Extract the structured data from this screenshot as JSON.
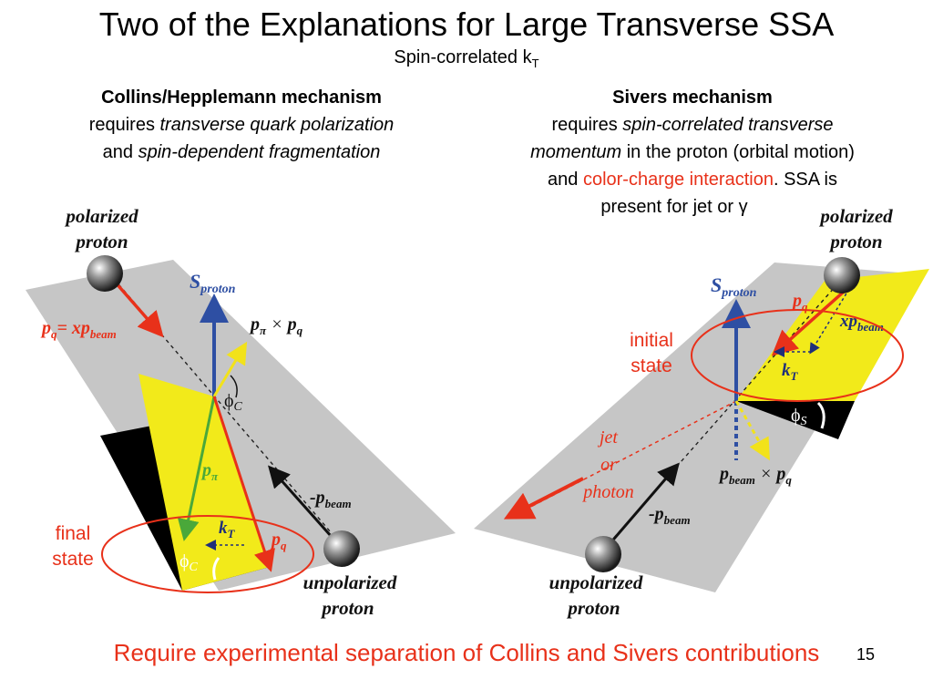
{
  "title": "Two of the Explanations for Large Transverse SSA",
  "subtitle": {
    "text": "Spin-correlated k",
    "sub": "T"
  },
  "collins": {
    "heading": "Collins/Hepplemann mechanism",
    "line1_prefix": "requires ",
    "line1_italic": "transverse quark polarization",
    "line2_prefix": "and ",
    "line2_italic": "spin-dependent fragmentation"
  },
  "sivers": {
    "heading": "Sivers mechanism",
    "line1_prefix": "requires ",
    "line1_italic": "spin-correlated transverse",
    "line2_italic": "momentum",
    "line2_suffix": " in the proton (orbital motion)",
    "line3_prefix": "and ",
    "line3_red": "color-charge interaction",
    "line3_suffix": ".  SSA is",
    "line4": "present for jet or γ"
  },
  "left_diagram": {
    "polarized": "polarized",
    "proton": "proton",
    "pq_label": "p",
    "pq_sub": "q",
    "pq_eq": "= x",
    "pbeam": "p",
    "beam_sub": "beam",
    "S": "S",
    "S_sub": "proton",
    "ppi_cross": "p",
    "pi_sub": "π",
    "cross": " × ",
    "pq_prime": "p",
    "q_sub": "q",
    "phi_C": "ϕ",
    "C_sub": "C",
    "ppi": "p",
    "kT": "k",
    "T_sub": "T",
    "minus_pbeam": "-p",
    "unpolarized": "unpolarized",
    "proton2": "proton"
  },
  "right_diagram": {
    "polarized": "polarized",
    "proton": "proton",
    "S": "S",
    "S_sub": "proton",
    "pq": "p",
    "q_sub": "q",
    "xpbeam": "xp",
    "beam_sub": "beam",
    "kT": "k",
    "T_sub": "T",
    "phi_S": "ϕ",
    "S_sub2": "S",
    "jet": "jet",
    "or": "or",
    "photon": "photon",
    "pbeam_cross": "p",
    "cross": " × ",
    "pq2": "p",
    "minus_pbeam": "-p",
    "unpolarized": "unpolarized",
    "proton2": "proton"
  },
  "labels": {
    "final": "final",
    "state1": "state",
    "initial": "initial",
    "state2": "state"
  },
  "footer": "Require experimental separation of Collins and Sivers contributions",
  "page_number": "15",
  "colors": {
    "red": "#e8311a",
    "yellow": "#f2ea1a",
    "gray": "#c6c6c6",
    "blue": "#2e4fa3",
    "green": "#4aa83a"
  }
}
